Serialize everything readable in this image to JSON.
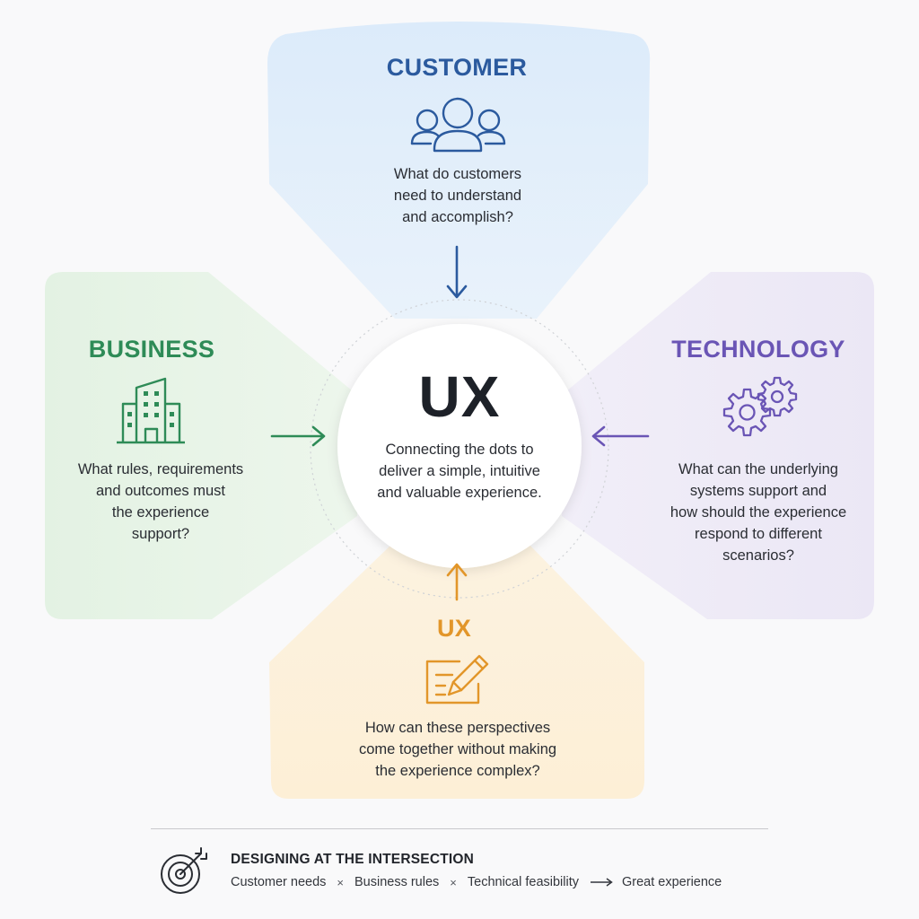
{
  "colors": {
    "customer": "#2b5a9e",
    "business": "#2e8b57",
    "technology": "#6a55b5",
    "ux": "#e2962a"
  },
  "customer": {
    "title": "CUSTOMER",
    "icon": "people-group-icon",
    "question": [
      "What do customers",
      "need to understand",
      "and accomplish?"
    ]
  },
  "business": {
    "title": "BUSINESS",
    "icon": "office-building-icon",
    "question": [
      "What rules, requirements",
      "and outcomes must",
      "the experience",
      "support?"
    ]
  },
  "technology": {
    "title": "TECHNOLOGY",
    "icon": "gears-icon",
    "question": [
      "What can the underlying",
      "systems support and",
      "how should the experience",
      "respond to different",
      "scenarios?"
    ]
  },
  "ux": {
    "title": "UX",
    "icon": "pencil-document-icon",
    "question": [
      "How can these perspectives",
      "come together without making",
      "the experience complex?"
    ]
  },
  "center": {
    "title": "UX",
    "subtitle": [
      "Connecting the dots to",
      "deliver a simple, intuitive",
      "and valuable experience."
    ]
  },
  "footer": {
    "icon": "target-icon",
    "title": "DESIGNING AT THE INTERSECTION",
    "items": [
      "Customer needs",
      "Business rules",
      "Technical feasibility",
      "Great experience"
    ],
    "separator": "×"
  }
}
